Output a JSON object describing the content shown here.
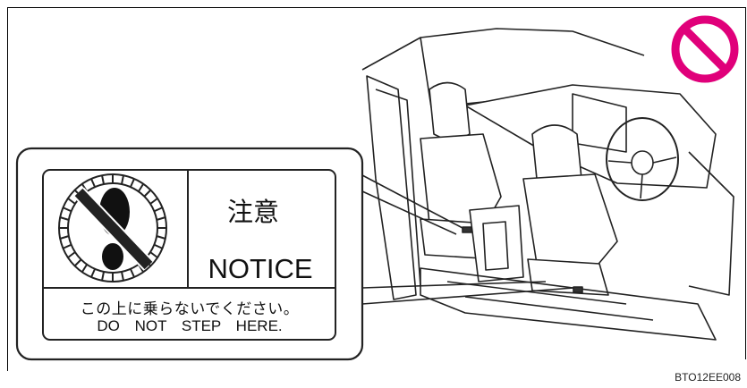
{
  "notice_label": {
    "japanese_heading": "注意",
    "english_heading": "NOTICE",
    "japanese_instruction": "この上に乗らないでください。",
    "english_instruction": "DO NOT STEP HERE."
  },
  "prohibition_symbol": {
    "icon": "prohibition-icon",
    "color": "#e0007a"
  },
  "figure_code": "BTO12EE008"
}
